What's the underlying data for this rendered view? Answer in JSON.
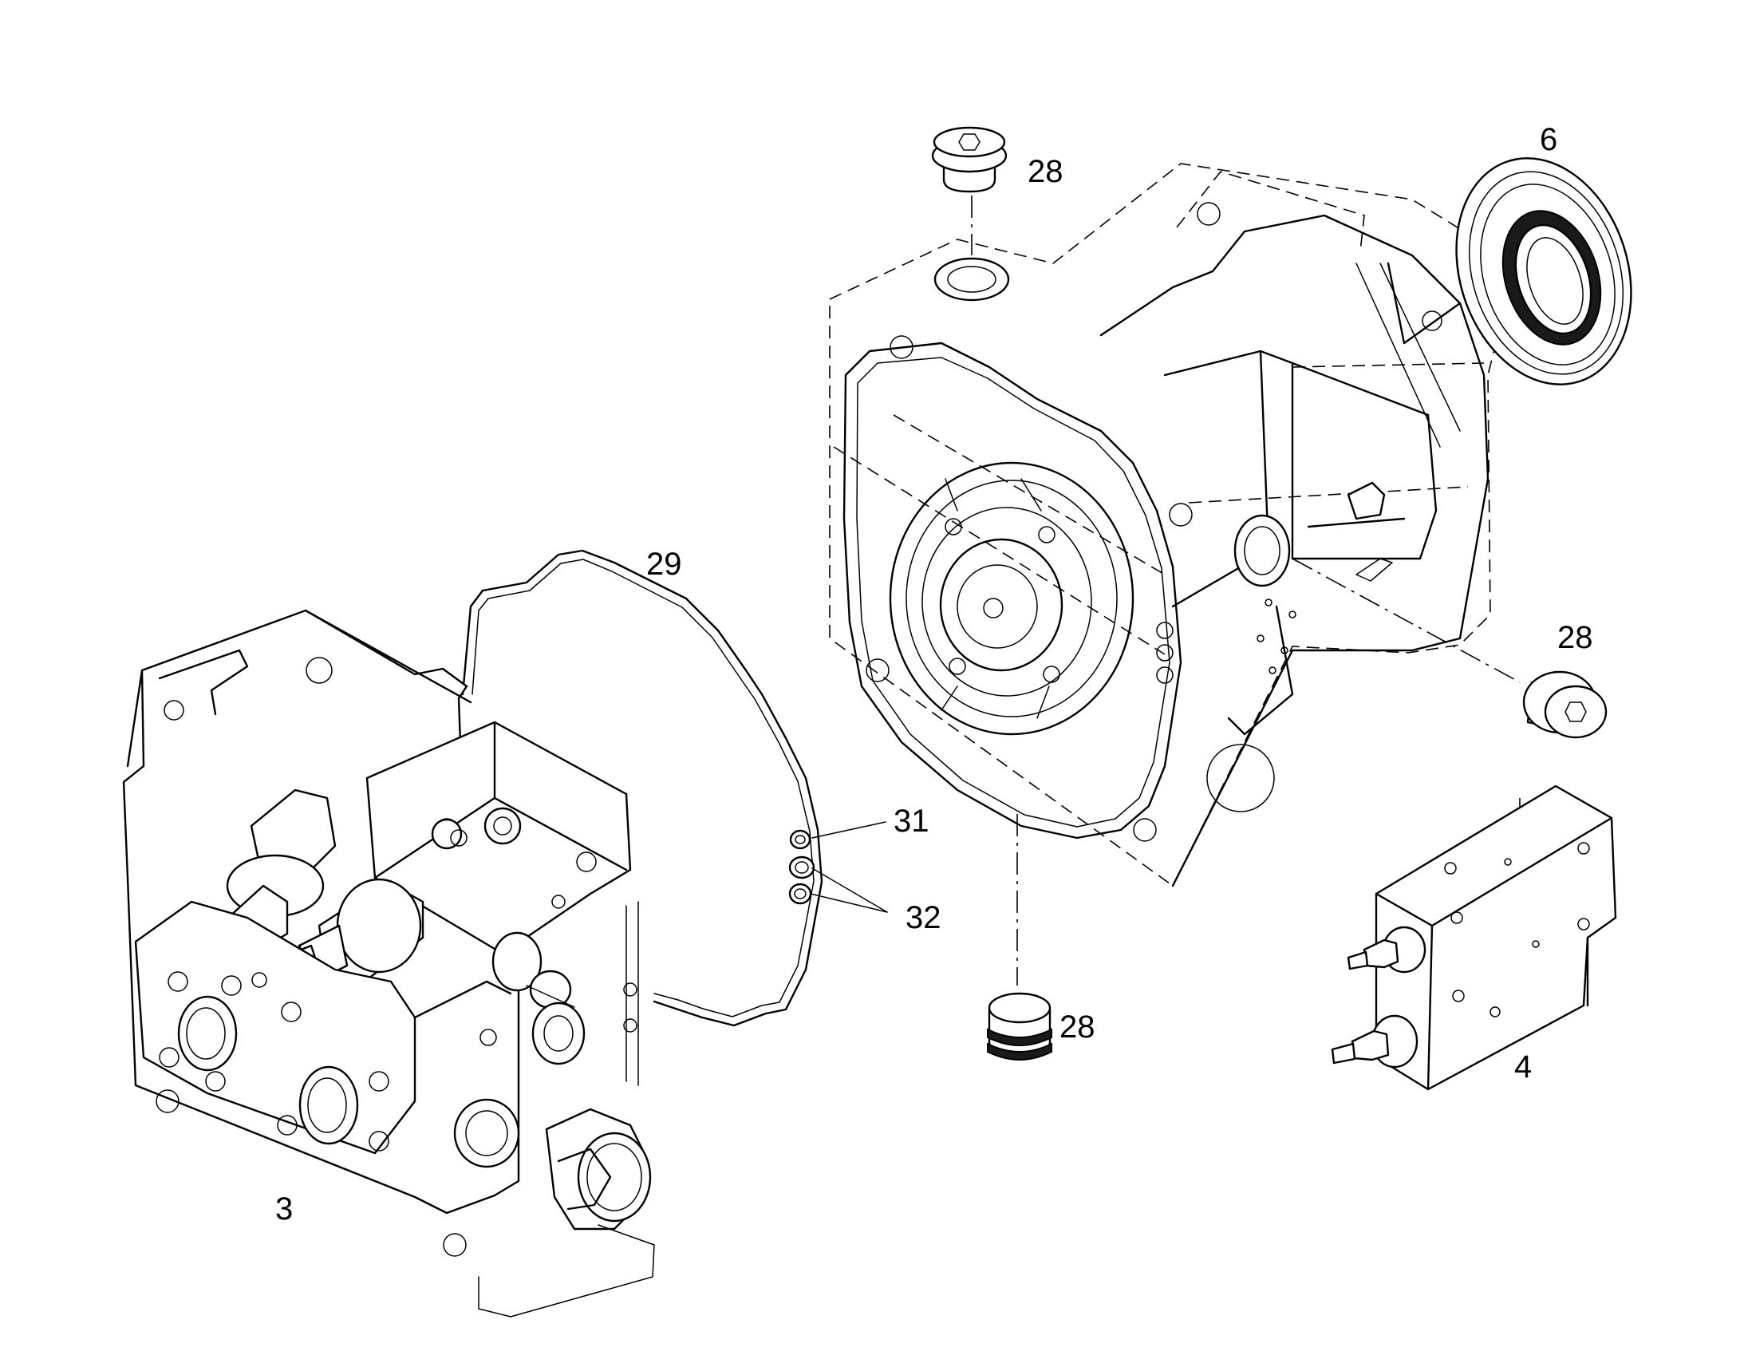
{
  "callouts": {
    "plug_top": "28",
    "shaft_seal": "6",
    "gasket": "29",
    "plug_right": "28",
    "oring_31": "31",
    "orings_32": "32",
    "plug_bottom": "28",
    "valve_block": "4",
    "control_unit": "3"
  }
}
